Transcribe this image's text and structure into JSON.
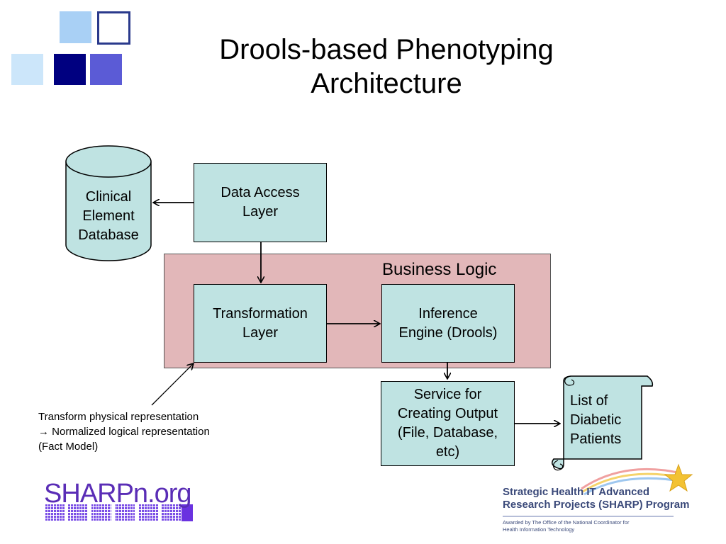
{
  "slide": {
    "title": "Drools-based Phenotyping\nArchitecture"
  },
  "diagram": {
    "database": "Clinical\nElement\nDatabase",
    "data_access": "Data Access\nLayer",
    "business_logic": "Business Logic",
    "transformation": "Transformation\nLayer",
    "inference": "Inference\nEngine (Drools)",
    "service": "Service for\nCreating Output\n(File, Database,\netc)",
    "output_list": "List of\nDiabetic\nPatients",
    "annotation": "Transform physical representation\n→ Normalized logical representation\n(Fact Model)"
  },
  "logos": {
    "sharpn": "SHARPn.org",
    "sharp_title": "Strategic Health IT Advanced\nResearch Projects (SHARP) Program",
    "sharp_sub": "Awarded by The Office of the National Coordinator for\nHealth Information Technology"
  },
  "colors": {
    "box_fill": "#bfe3e2",
    "business_fill": "#e2b7b9",
    "deco_light": "#a9d0f5",
    "deco_dark": "#000080",
    "deco_mid": "#5b5bd6",
    "deco_pale": "#cce6fa"
  }
}
